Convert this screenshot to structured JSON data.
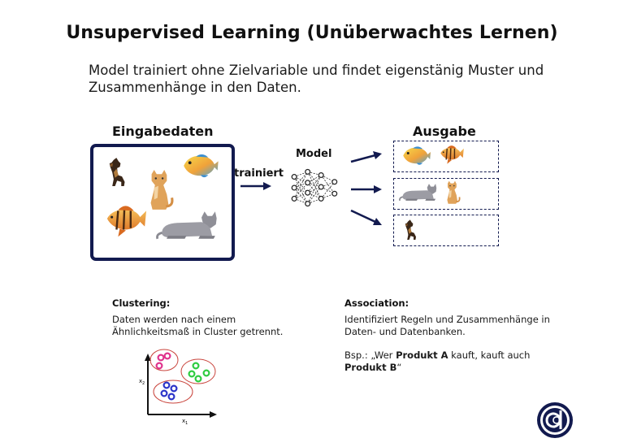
{
  "title": "Unsupervised Learning (Unüberwachtes Lernen)",
  "subtitle": "Model trainiert ohne Zielvariable und findet eigenstänig Muster und Zusammenhänge in den Daten.",
  "input": {
    "heading": "Eingabedaten"
  },
  "model": {
    "label": "Model",
    "arrow_label": "trainiert"
  },
  "output": {
    "heading": "Ausgabe"
  },
  "clustering": {
    "heading": "Clustering:",
    "text": "Daten werden nach einem Ähnlichkeitsmaß in Cluster getrennt.",
    "axis_x": "x",
    "axis_x_sub": "1",
    "axis_y": "x",
    "axis_y_sub": "2"
  },
  "association": {
    "heading": "Association:",
    "text": "Identifiziert Regeln und Zusammenhänge in Daten- und Datenbanken.",
    "example_prefix": "Bsp.: „Wer ",
    "example_bold1": "Produkt A",
    "example_mid": " kauft, kauft auch ",
    "example_bold2": "Produkt B",
    "example_suffix": "“"
  },
  "colors": {
    "navy": "#121a4f",
    "cluster_pink": "#e0338c",
    "cluster_green": "#2ecc40",
    "cluster_blue": "#2b34c9",
    "cluster_outline": "#c9443c"
  },
  "icons": [
    "dog-icon",
    "cat-icon",
    "fish-icon",
    "neural-network-icon",
    "arrow-icon",
    "logo-icon"
  ]
}
